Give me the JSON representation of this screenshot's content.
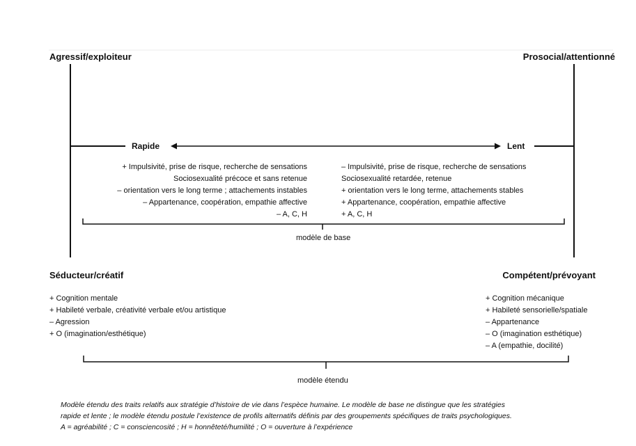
{
  "poles": {
    "top_left": "Agressif/exploiteur",
    "top_right": "Prosocial/attentionné",
    "bottom_left": "Séducteur/créatif",
    "bottom_right": "Compétent/prévoyant"
  },
  "axis": {
    "fast": "Rapide",
    "slow": "Lent"
  },
  "base_model": {
    "label": "modèle de base",
    "fast_traits": [
      "+ Impulsivité, prise de risque, recherche de sensations",
      "Sociosexualité précoce et sans retenue",
      "– orientation vers le long terme ; attachements instables",
      "– Appartenance, coopération, empathie affective",
      "– A, C, H"
    ],
    "slow_traits": [
      "– Impulsivité, prise de risque, recherche de sensations",
      "Sociosexualité retardée, retenue",
      "+ orientation vers le long terme, attachements stables",
      "+ Appartenance, coopération, empathie affective",
      "+ A, C, H"
    ]
  },
  "extended_model": {
    "label": "modèle étendu",
    "left_traits": [
      "+ Cognition mentale",
      "+ Habileté verbale, créativité verbale et/ou artistique",
      "– Agression",
      "+ O (imagination/esthétique)"
    ],
    "right_traits": [
      "+ Cognition mécanique",
      "+ Habileté sensorielle/spatiale",
      "– Appartenance",
      "– O (imagination esthétique)",
      "– A (empathie, docilité)"
    ]
  },
  "caption": [
    "Modèle étendu des traits relatifs aux stratégie d’histoire de vie dans l’espèce humaine. Le modèle de base ne distingue que les stratégies",
    "rapide et lente ; le modèle étendu postule l’existence de profils alternatifs définis par des groupements spécifiques de traits psychologiques.",
    "A = agréabilité ; C = consciencosité ; H = honnêteté/humilité ; O = ouverture à l’expérience"
  ]
}
